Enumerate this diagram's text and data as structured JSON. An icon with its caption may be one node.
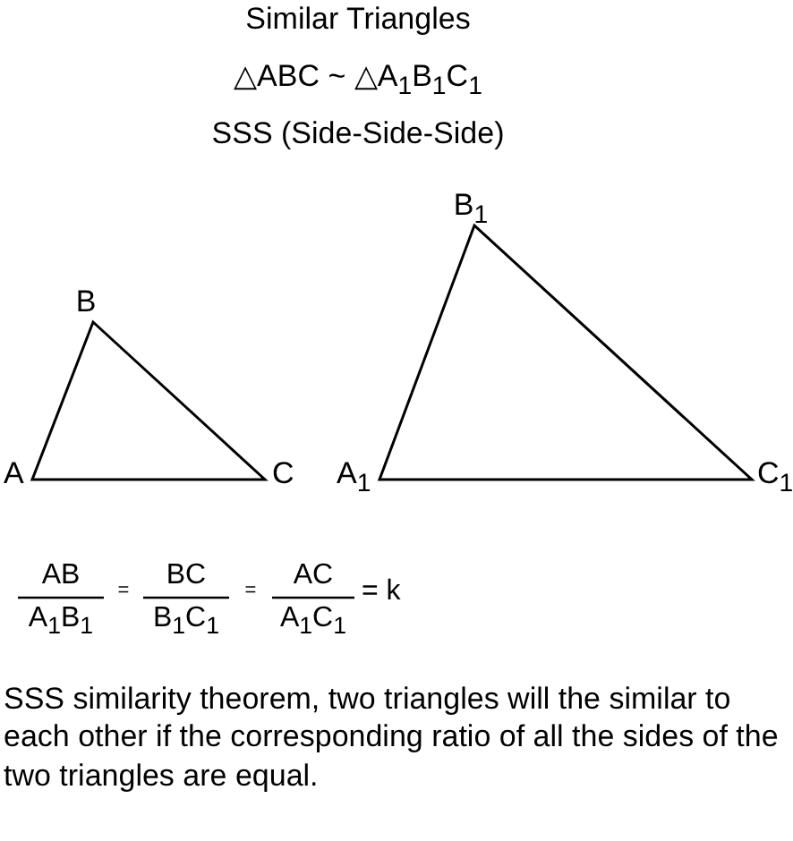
{
  "diagram": {
    "title": "Similar Triangles",
    "labels": [
      "△ABC ~ △A$_{1}$B$_{1}$C$_{1}$",
      "SSS (Side-Side-Side)",
      "B",
      "A",
      "C",
      "B$_{1}$",
      "A$_{1}$",
      "C$_{1}$",
      "AB",
      "A$_{1}$B$_{1}$",
      "=",
      "BC",
      "B$_{1}$C$_{1}$",
      "=",
      "AC",
      "A$_{1}$C$_{1}$",
      "= k",
      "SSS similarity theorem, two triangles will the similar to each other if the corresponding ratio of all the sides of the two triangles are equal."
    ]
  }
}
